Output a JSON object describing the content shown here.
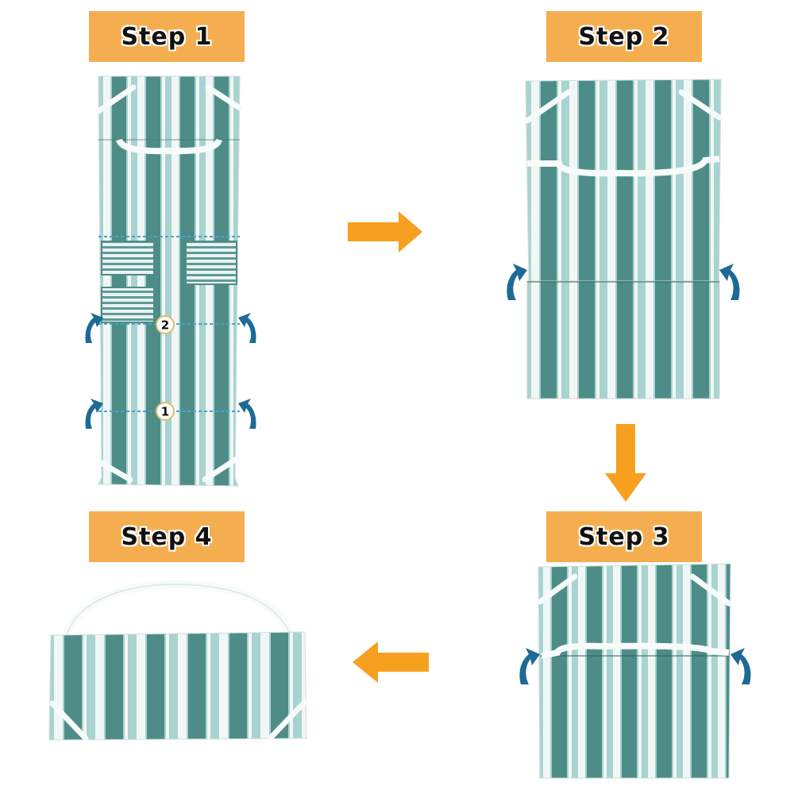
{
  "steps": [
    {
      "label": "Step 1"
    },
    {
      "label": "Step 2"
    },
    {
      "label": "Step 3"
    },
    {
      "label": "Step 4"
    }
  ],
  "fold_markers": [
    "1",
    "2"
  ],
  "colors": {
    "label_bg": "#f5ae4f",
    "arrow_orange": "#f7a020",
    "curl_arrow_blue": "#1d6a96",
    "fabric_dark": "#4e8d87",
    "fabric_light": "#a9d3cf",
    "fabric_white": "#f1f7f6",
    "fold_line": "#4aa0d8"
  },
  "icons": [
    "arrow-right-icon",
    "arrow-down-icon",
    "arrow-left-icon",
    "curl-arrow-icon"
  ]
}
